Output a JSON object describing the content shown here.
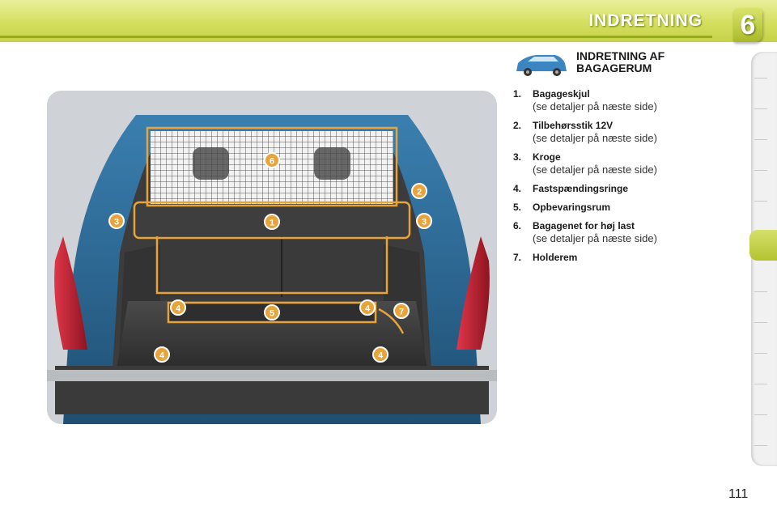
{
  "header": {
    "title": "INDRETNING",
    "chapter_number": "6"
  },
  "section": {
    "title": "INDRETNING AF\nBAGAGERUM",
    "icon": "car-estate-icon"
  },
  "items": [
    {
      "number": "1.",
      "title": "Bagageskjul",
      "note": "(se detaljer på næste side)"
    },
    {
      "number": "2.",
      "title": "Tilbehørsstik 12V",
      "note": "(se detaljer på næste side)"
    },
    {
      "number": "3.",
      "title": "Kroge",
      "note": "(se detaljer på næste side)"
    },
    {
      "number": "4.",
      "title": "Fastspændingsringe",
      "note": ""
    },
    {
      "number": "5.",
      "title": "Opbevaringsrum",
      "note": ""
    },
    {
      "number": "6.",
      "title": "Bagagenet for høj last",
      "note": "(se detaljer på næste side)"
    },
    {
      "number": "7.",
      "title": "Holderem",
      "note": ""
    }
  ],
  "photo_callouts": [
    "1",
    "2",
    "3",
    "3",
    "4",
    "4",
    "4",
    "4",
    "5",
    "6",
    "7"
  ],
  "colors": {
    "accent": "#c6d24a",
    "callout": "#e8a33a",
    "car_body": "#2f6e9c"
  },
  "page_number": "111"
}
